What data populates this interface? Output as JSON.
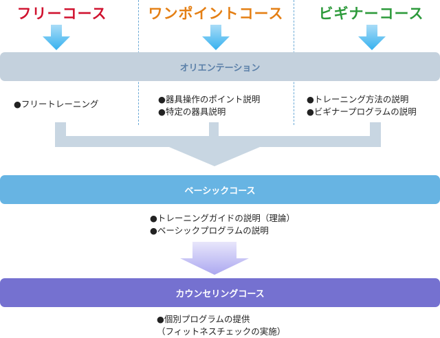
{
  "courses": {
    "free": {
      "title": "フリーコース",
      "color": "#d0122f"
    },
    "one_point": {
      "title": "ワンポイントコース",
      "color": "#e47f14"
    },
    "beginner": {
      "title": "ビギナーコース",
      "color": "#2d9a3b"
    }
  },
  "orientation": {
    "label": "オリエンテーション"
  },
  "free_details": [
    "●フリートレーニング"
  ],
  "one_point_details": [
    "●器具操作のポイント説明",
    "●特定の器具説明"
  ],
  "beginner_details": [
    "●トレーニング方法の説明",
    "●ビギナープログラムの説明"
  ],
  "basic": {
    "label": "ベーシックコース",
    "details": [
      "●トレーニングガイドの説明（理論）",
      "●ベーシックプログラムの説明"
    ]
  },
  "counseling": {
    "label": "カウンセリングコース",
    "details": [
      "●個別プログラムの提供",
      "（フィットネスチェックの実施）"
    ]
  },
  "colors": {
    "blue_arrow": "#35b1ef",
    "orientation_bar": "#c4d1dd",
    "basic_bar": "#67b4e3",
    "counseling_bar": "#7571d0",
    "merge_arrow": "#c8d6e2",
    "purple_arrow": "#b5b2f2"
  }
}
